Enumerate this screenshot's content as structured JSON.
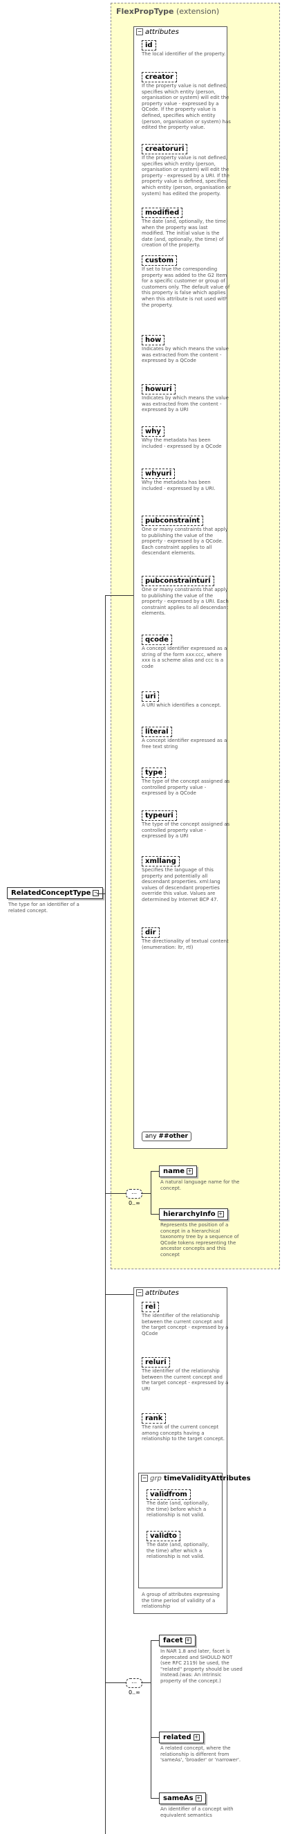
{
  "root": {
    "name": "RelatedConceptType",
    "desc": "The type for an identifier of a related concept."
  },
  "extension": {
    "name": "FlexPropType",
    "suffix": "(extension)"
  },
  "attributes_label": "attributes",
  "attrs1": [
    {
      "name": "id",
      "desc": "The local identifier of the property."
    },
    {
      "name": "creator",
      "desc": "If the property value is not defined, specifies which entity (person, organisation or system) will edit the property value - expressed by a QCode. If the property value is defined, specifies which entity (person, organisation or system) has edited the property value."
    },
    {
      "name": "creatoruri",
      "desc": "If the property value is not defined, specifies which entity (person, organisation or system) will edit the property - expressed by a URI. If the property value is defined, specifies which entity (person, organisation or system) has edited the property."
    },
    {
      "name": "modified",
      "desc": "The date (and, optionally, the time) when the property was last modified. The initial value is the date (and, optionally, the time) of creation of the property."
    },
    {
      "name": "custom",
      "desc": "If set to true the corresponding property was added to the G2 Item for a specific customer or group of customers only. The default value of this property is false which applies when this attribute is not used with the property."
    },
    {
      "name": "how",
      "desc": "Indicates by which means the value was extracted from the content - expressed by a QCode"
    },
    {
      "name": "howuri",
      "desc": "Indicates by which means the value was extracted from the content - expressed by a URI"
    },
    {
      "name": "why",
      "desc": "Why the metadata has been included - expressed by a QCode"
    },
    {
      "name": "whyuri",
      "desc": "Why the metadata has been included - expressed by a URI."
    },
    {
      "name": "pubconstraint",
      "desc": "One or many constraints that apply to publishing the value of the property - expressed by a QCode. Each constraint applies to all descendant elements."
    },
    {
      "name": "pubconstrainturi",
      "desc": "One or many constraints that apply to publishing the value of the property - expressed by a URI. Each constraint applies to all descendant elements."
    },
    {
      "name": "qcode",
      "desc": "A concept identifier expressed as a string of the form xxx:ccc, where xxx is a scheme alias and ccc is a code"
    },
    {
      "name": "uri",
      "desc": "A URI which identifies a concept."
    },
    {
      "name": "literal",
      "desc": "A concept identifier expressed as a free text string"
    },
    {
      "name": "type",
      "desc": "The type of the concept assigned as controlled property value - expressed by a QCode"
    },
    {
      "name": "typeuri",
      "desc": "The type of the concept assigned as controlled property value - expressed by a URI"
    },
    {
      "name": "xmllang",
      "desc": "Specifies the language of this property and potentially all descendant properties. xml:lang values of descendant properties override this value. Values are determined by Internet BCP 47."
    },
    {
      "name": "dir",
      "desc": "The directionality of textual content (enumeration: ltr, rtl)"
    }
  ],
  "any_other": {
    "any": "any",
    "ns": "##other"
  },
  "seq1": {
    "occ": "0..∞"
  },
  "elems1": [
    {
      "name": "name",
      "desc": "A natural language name for the concept."
    },
    {
      "name": "hierarchyInfo",
      "desc": "Represents the position of a concept in a hierarchical taxonomy tree by a sequence of QCode tokens representing the ancestor concepts and this concept"
    }
  ],
  "attrs2": [
    {
      "name": "rel",
      "desc": "The identifier of the relationship between the current concept and the target concept - expressed by a QCode"
    },
    {
      "name": "reluri",
      "desc": "The identifier of the relationship between the current concept and the target concept - expressed by a URI"
    },
    {
      "name": "rank",
      "desc": "The rank of the current concept among concepts having a relationship to the target concept."
    }
  ],
  "tva": {
    "grp": "grp",
    "name": "timeValidityAttributes",
    "items": [
      {
        "name": "validfrom",
        "desc": "The date (and, optionally, the time) before which a relationship is not valid."
      },
      {
        "name": "validto",
        "desc": "The date (and, optionally, the time) after which a relationship is not valid."
      }
    ],
    "desc": "A group of attributes expressing the time period of validity of a relationship"
  },
  "seq2": {
    "occ": "0..∞"
  },
  "elems2": [
    {
      "name": "facet",
      "desc": "In NAR 1.8 and later, facet is deprecated and SHOULD NOT (see RFC 2119) be used, the \"related\" property should be used instead.(was: An intrinsic property of the concept.)"
    },
    {
      "name": "related",
      "desc": "A related concept, where the relationship is different from 'sameAs', 'broader' or 'narrower'."
    },
    {
      "name": "sameAs",
      "desc": "An identifier of a concept with equivalent semantics"
    }
  ]
}
